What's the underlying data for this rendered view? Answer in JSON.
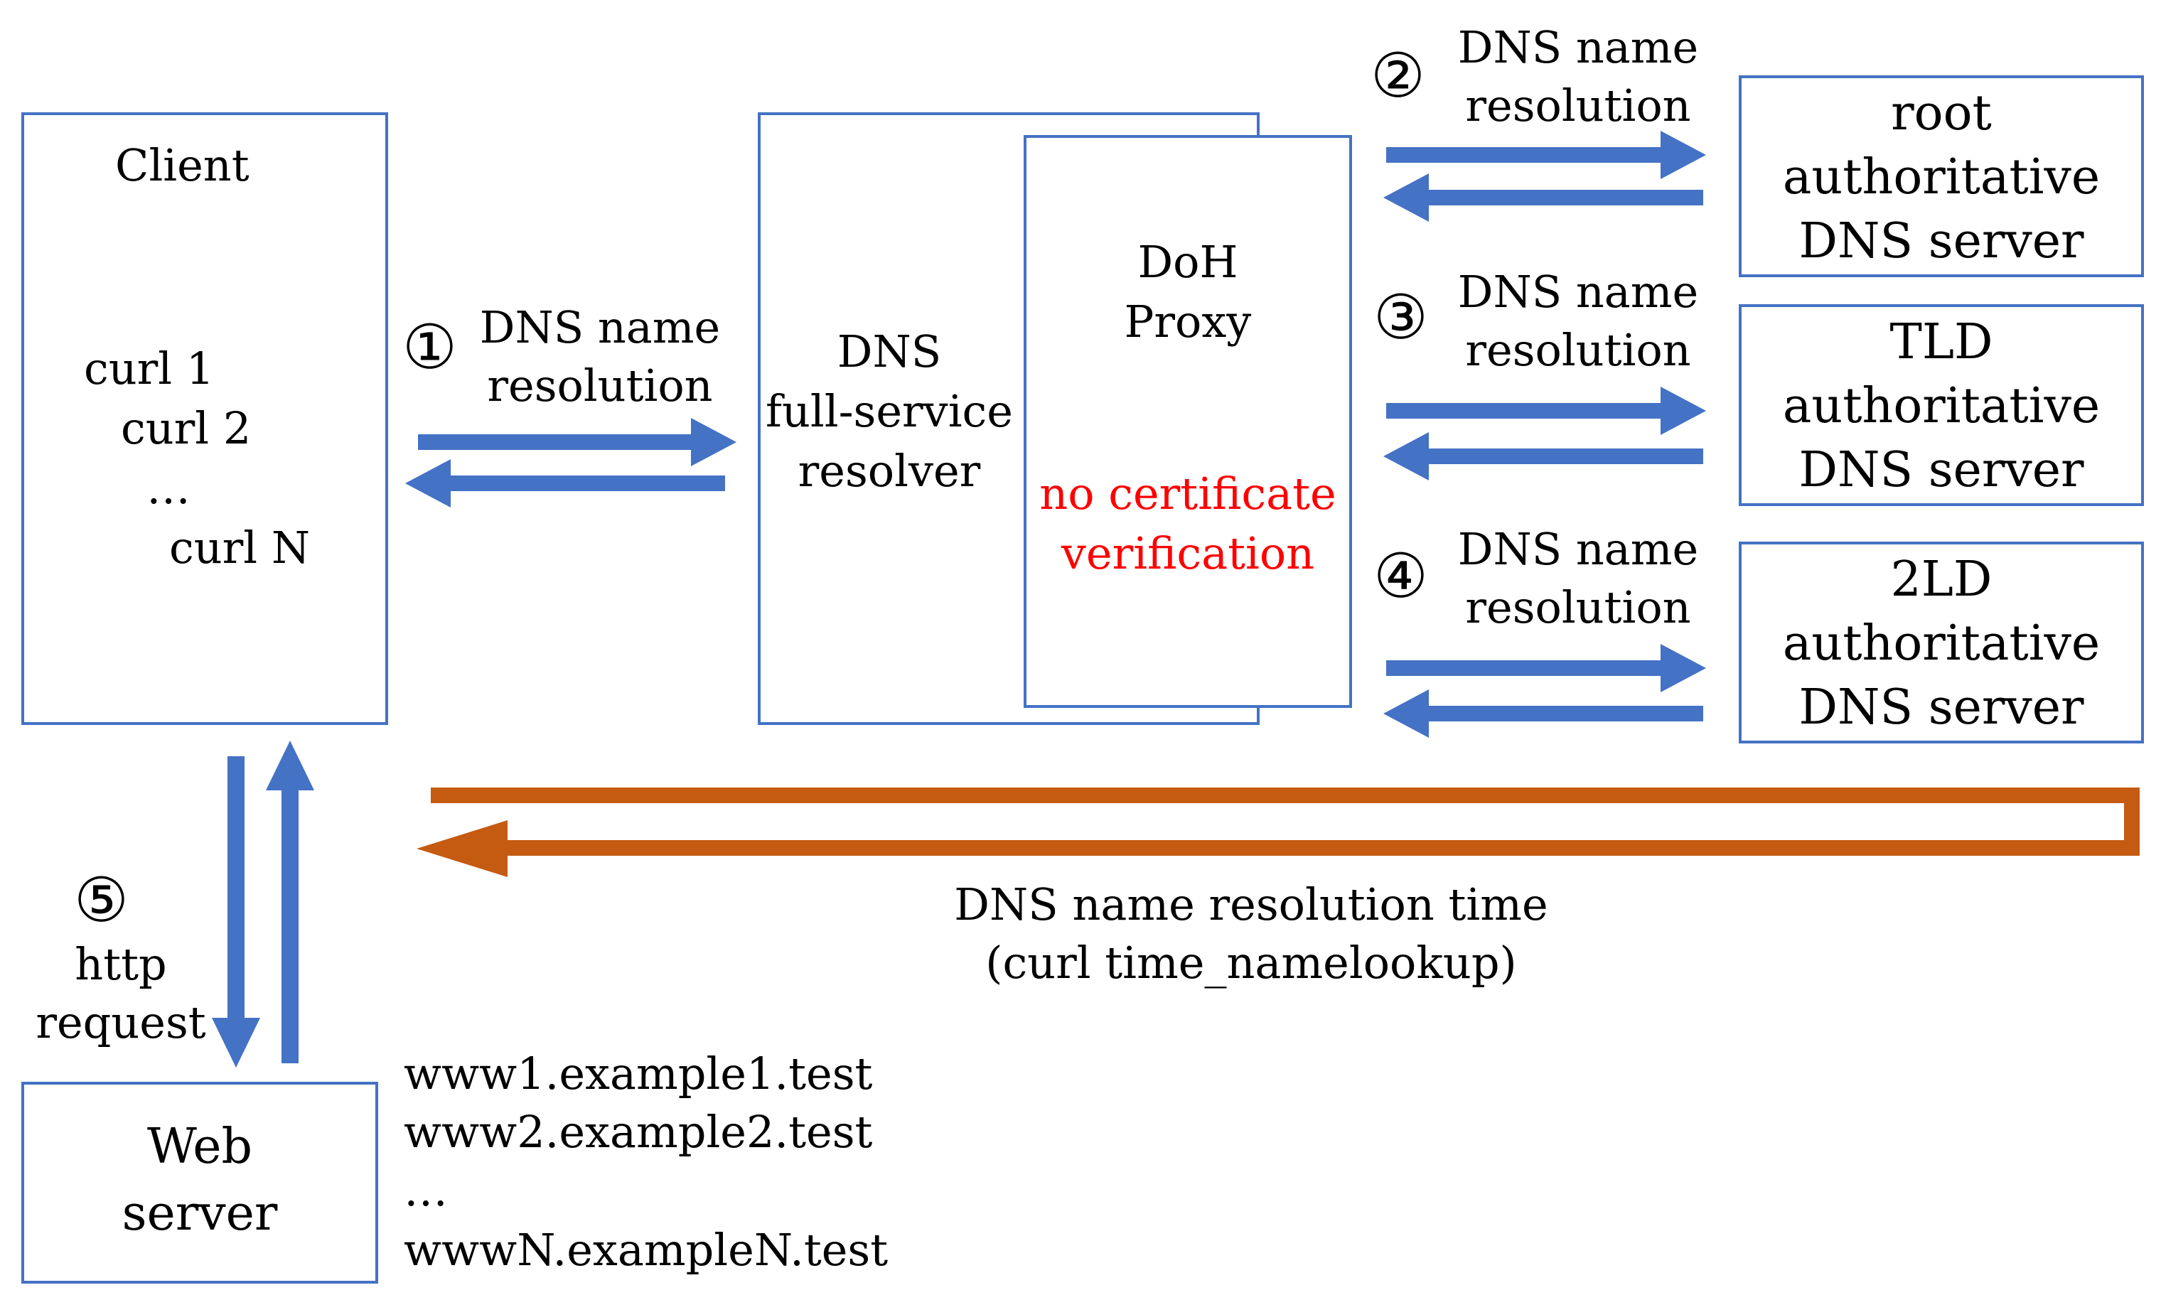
{
  "client": {
    "title": "Client",
    "curls": [
      "curl 1",
      "curl 2",
      "…",
      "curl N"
    ]
  },
  "resolver": {
    "lines": [
      "DNS",
      "full-service",
      "resolver"
    ]
  },
  "proxy": {
    "lines": [
      "DoH",
      "Proxy"
    ],
    "warning": [
      "no certificate",
      "verification"
    ]
  },
  "servers": [
    {
      "lines": [
        "root",
        "authoritative",
        "DNS server"
      ]
    },
    {
      "lines": [
        "TLD",
        "authoritative",
        "DNS server"
      ]
    },
    {
      "lines": [
        "2LD",
        "authoritative",
        "DNS server"
      ]
    }
  ],
  "steps": [
    {
      "num": "①",
      "label": [
        "DNS name",
        "resolution"
      ]
    },
    {
      "num": "②",
      "label": [
        "DNS name",
        "resolution"
      ]
    },
    {
      "num": "③",
      "label": [
        "DNS name",
        "resolution"
      ]
    },
    {
      "num": "④",
      "label": [
        "DNS name",
        "resolution"
      ]
    },
    {
      "num": "⑤",
      "label": [
        "http",
        "request"
      ]
    }
  ],
  "timing": {
    "lines": [
      "DNS name resolution time",
      "(curl time_namelookup)"
    ]
  },
  "web_server": {
    "lines": [
      "Web",
      "server"
    ]
  },
  "domains": [
    "www1.example1.test",
    "www2.example2.test",
    "…",
    "wwwN.exampleN.test"
  ],
  "colors": {
    "box_border": "#4472C4",
    "blue_arrow": "#4472C4",
    "orange_arrow": "#C55A11",
    "warning_text": "#FF0000"
  }
}
